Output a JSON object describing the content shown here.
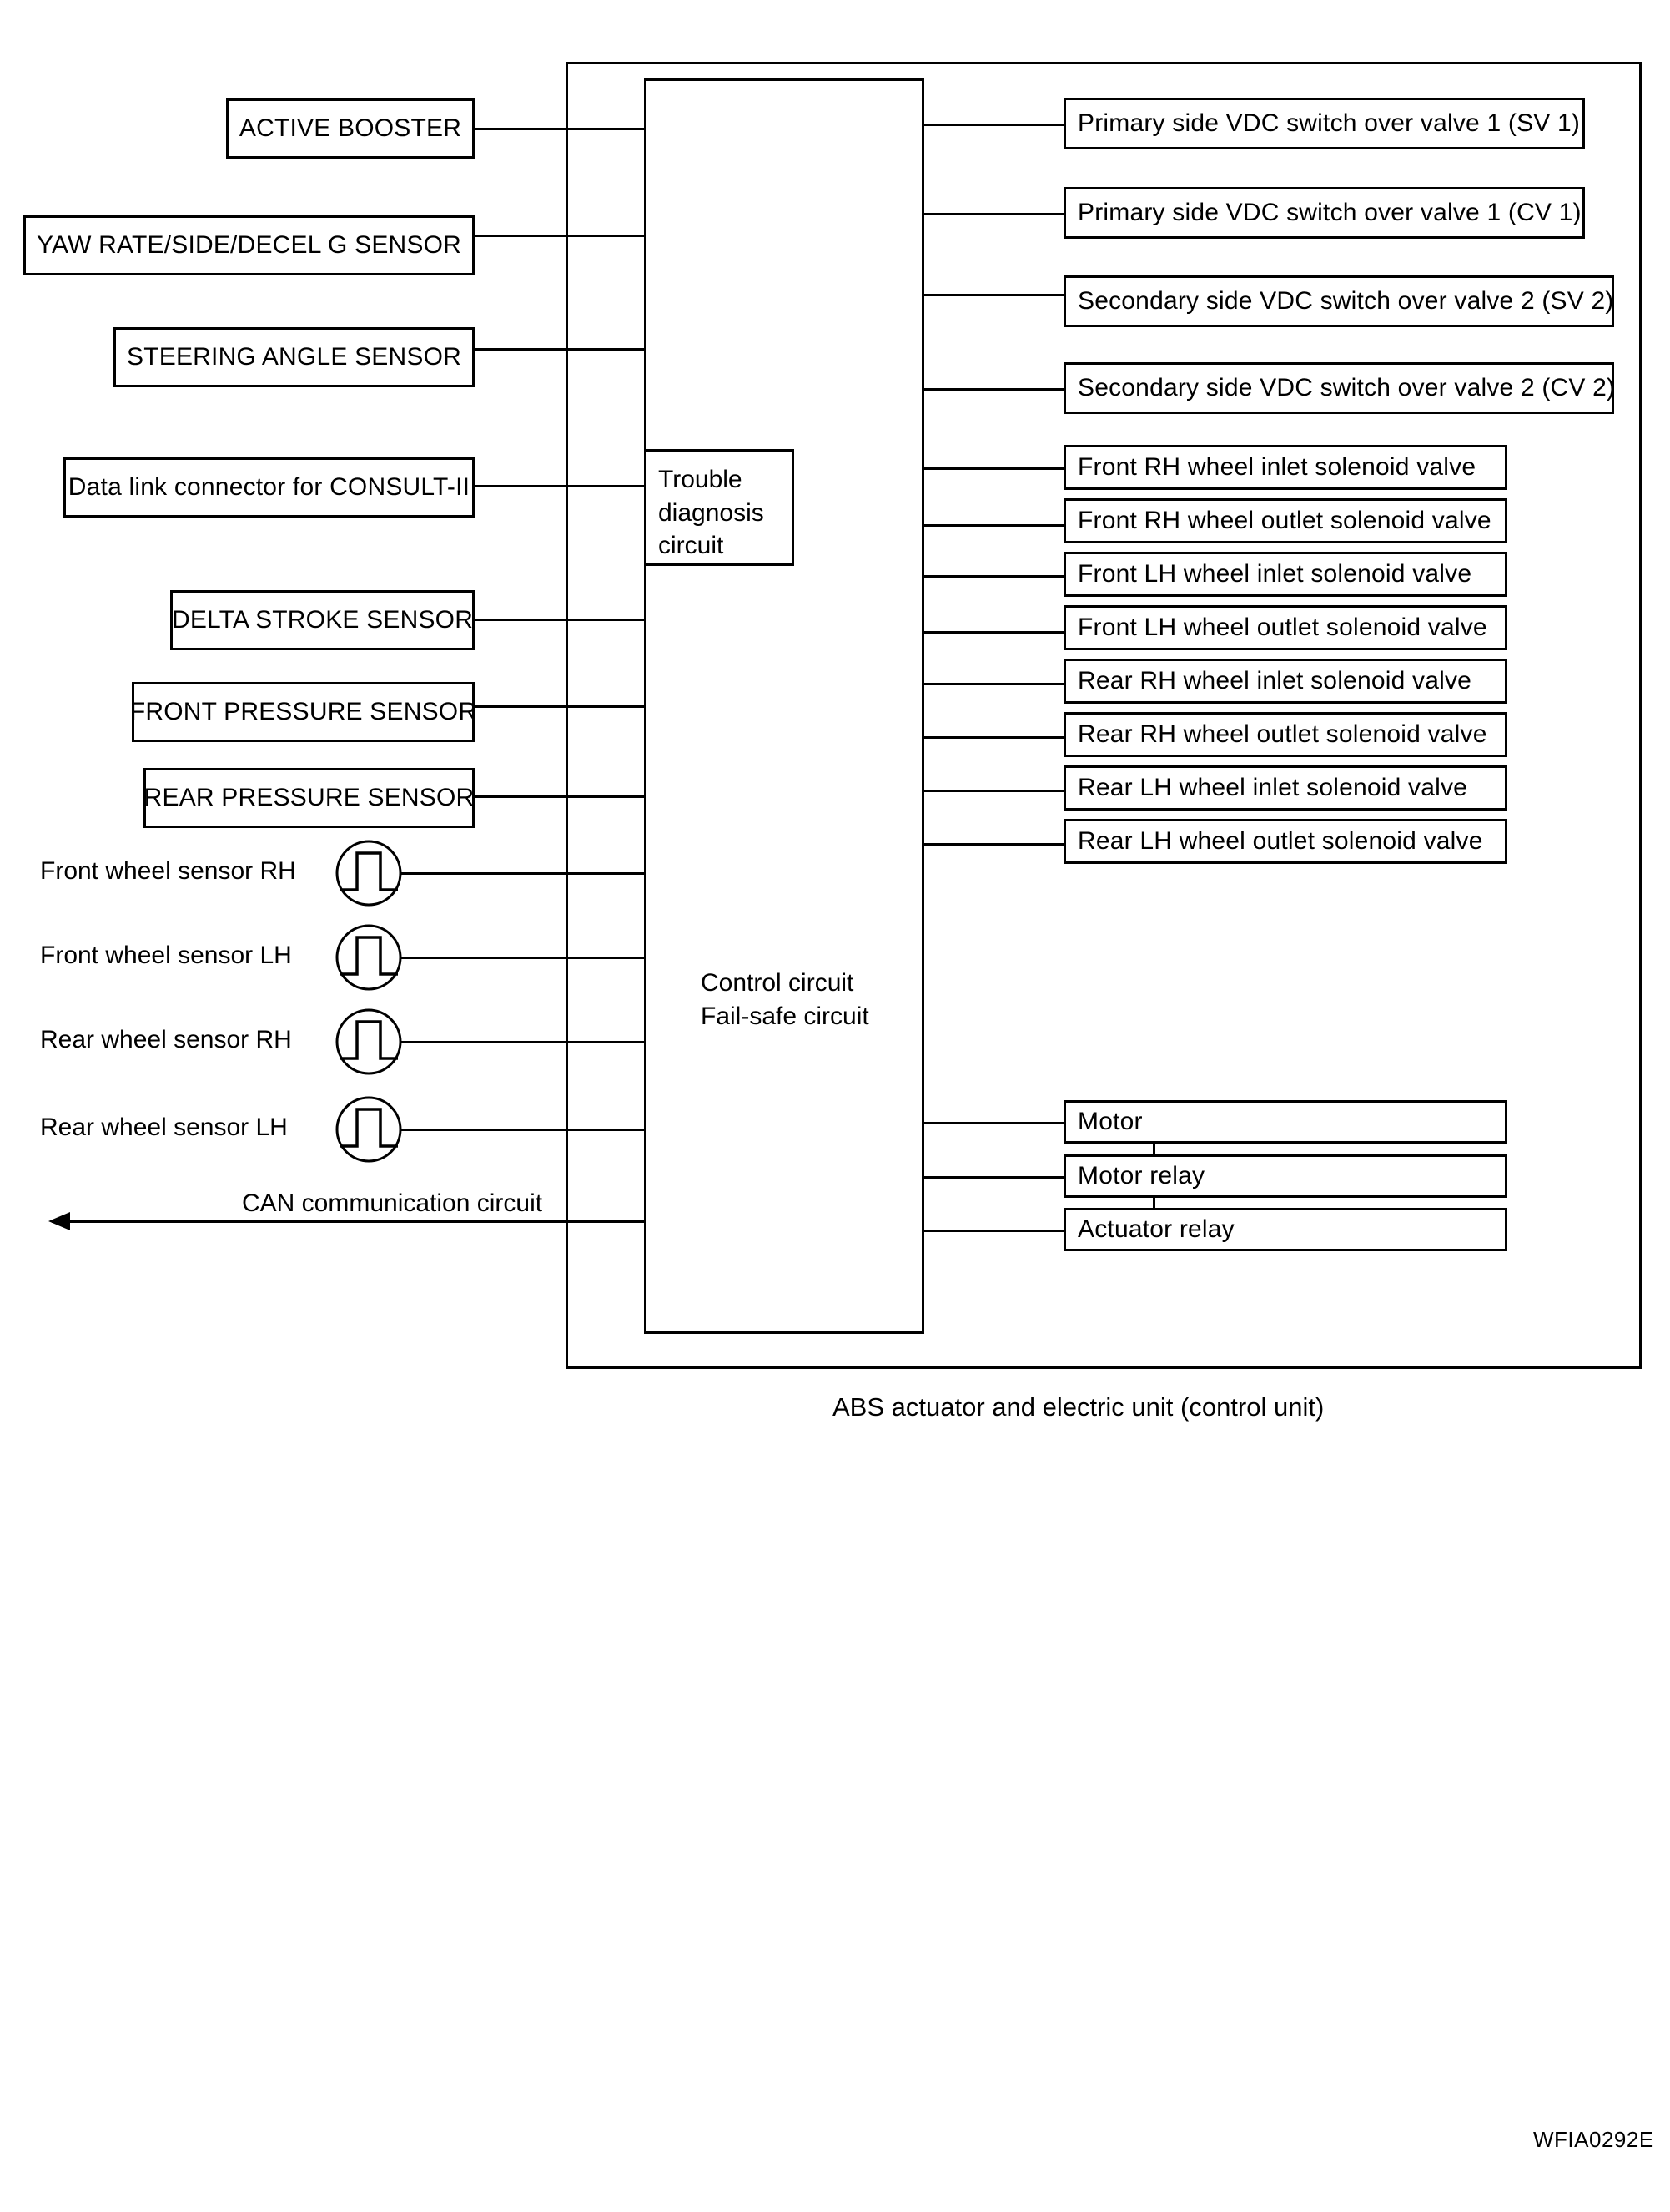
{
  "diagram": {
    "caption": "ABS actuator and electric unit (control unit)",
    "figure_id": "WFIA0292E",
    "unit_box": {
      "inner_label_line1": "Control circuit",
      "inner_label_line2": "Fail-safe circuit",
      "trouble_box": {
        "line1": "Trouble",
        "line2": "diagnosis",
        "line3": "circuit"
      }
    },
    "can_line": {
      "label": "CAN communication circuit",
      "direction_icon": "left-arrow-icon"
    },
    "inputs": [
      {
        "label": "ACTIVE BOOSTER",
        "type": "box"
      },
      {
        "label": "YAW RATE/SIDE/DECEL G SENSOR",
        "type": "box"
      },
      {
        "label": "STEERING ANGLE SENSOR",
        "type": "box"
      },
      {
        "label": "Data link connector for CONSULT-II",
        "type": "box"
      },
      {
        "label": "DELTA STROKE SENSOR",
        "type": "box"
      },
      {
        "label": "FRONT PRESSURE SENSOR",
        "type": "box"
      },
      {
        "label": "REAR PRESSURE SENSOR",
        "type": "box"
      }
    ],
    "wheel_sensors": [
      {
        "label": "Front  wheel sensor RH",
        "icon": "pulse-waveform-icon"
      },
      {
        "label": "Front wheel sensor LH",
        "icon": "pulse-waveform-icon"
      },
      {
        "label": "Rear  wheel sensor RH",
        "icon": "pulse-waveform-icon"
      },
      {
        "label": "Rear wheel sensor  LH",
        "icon": "pulse-waveform-icon"
      }
    ],
    "outputs_valves": [
      {
        "label": "Primary side VDC switch over valve 1 (SV 1)"
      },
      {
        "label": "Primary side VDC switch over valve 1 (CV 1)"
      },
      {
        "label": "Secondary side VDC switch over valve 2 (SV 2)"
      },
      {
        "label": "Secondary side VDC switch over valve 2 (CV 2)"
      }
    ],
    "outputs_solenoids": [
      {
        "label": "Front RH wheel inlet solenoid valve"
      },
      {
        "label": "Front RH wheel outlet solenoid valve"
      },
      {
        "label": "Front LH wheel inlet solenoid valve"
      },
      {
        "label": "Front LH wheel outlet solenoid valve"
      },
      {
        "label": "Rear RH wheel inlet solenoid valve"
      },
      {
        "label": "Rear RH wheel outlet solenoid valve"
      },
      {
        "label": "Rear LH wheel inlet solenoid valve"
      },
      {
        "label": "Rear LH wheel outlet solenoid valve"
      }
    ],
    "outputs_motor": [
      {
        "label": "Motor"
      },
      {
        "label": "Motor relay"
      },
      {
        "label": "Actuator relay"
      }
    ]
  }
}
